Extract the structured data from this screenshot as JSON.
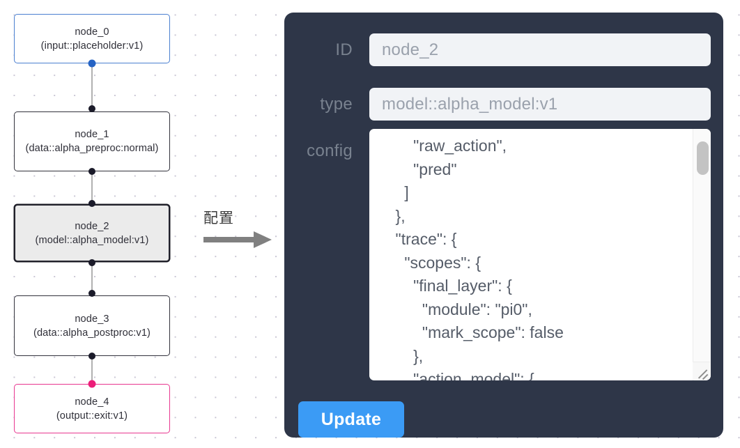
{
  "graph": {
    "nodes": [
      {
        "id": "node_0",
        "label": "node_0\n(input::placeholder:v1)",
        "kind": "input"
      },
      {
        "id": "node_1",
        "label": "node_1\n(data::alpha_preproc:normal)",
        "kind": "default"
      },
      {
        "id": "node_2",
        "label": "node_2\n(model::alpha_model:v1)",
        "kind": "selected"
      },
      {
        "id": "node_3",
        "label": "node_3\n(data::alpha_postproc:v1)",
        "kind": "default"
      },
      {
        "id": "node_4",
        "label": "node_4\n(output::exit:v1)",
        "kind": "output"
      }
    ],
    "edges": [
      {
        "from": "node_0",
        "to": "node_1"
      },
      {
        "from": "node_1",
        "to": "node_2"
      },
      {
        "from": "node_2",
        "to": "node_3"
      },
      {
        "from": "node_3",
        "to": "node_4"
      }
    ],
    "colors": {
      "input_border": "#4a7fd0",
      "output_border": "#e8368f",
      "default_border": "#31313b",
      "selected_fill": "#ebebeb",
      "edge": "#b1b1b1"
    }
  },
  "arrow": {
    "caption": "配置",
    "icon": "arrow-right-icon",
    "color": "#808080"
  },
  "panel": {
    "background": "#2e3648",
    "fields": {
      "id": {
        "label": "ID",
        "value": "node_2",
        "placeholder": "node_2"
      },
      "type": {
        "label": "type",
        "value": "model::alpha_model:v1",
        "placeholder": "model::alpha_model:v1"
      },
      "config": {
        "label": "config",
        "value": "        \"raw_action\",\n        \"pred\"\n      ]\n    },\n    \"trace\": {\n      \"scopes\": {\n        \"final_layer\": {\n          \"module\": \"pi0\",\n          \"mark_scope\": false\n        },\n        \"action_model\": {"
      }
    },
    "update_button": {
      "label": "Update",
      "color": "#3b9bf5"
    },
    "scrollbar": {
      "name": "config-scrollbar"
    }
  }
}
